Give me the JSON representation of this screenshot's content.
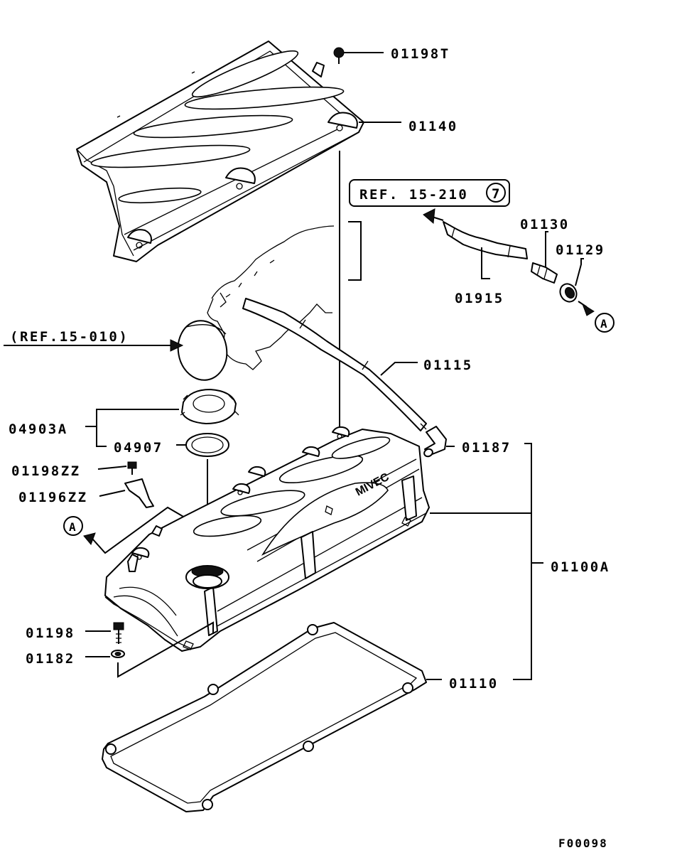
{
  "figure_code": "F00098",
  "references": {
    "ref_box": "REF. 15-210",
    "ref_box_circle": "7",
    "ref_air_intake": "(REF.15-010)",
    "connector_mark": "A"
  },
  "callouts": {
    "p01198T": "01198T",
    "p01140": "01140",
    "p01130": "01130",
    "p01129": "01129",
    "p01915": "01915",
    "p01115": "01115",
    "p04903A": "04903A",
    "p04907": "04907",
    "p01187": "01187",
    "p01198ZZ": "01198ZZ",
    "p01196ZZ": "01196ZZ",
    "p01100A": "01100A",
    "p01198": "01198",
    "p01182": "01182",
    "p01110": "01110"
  },
  "cover_text": "MIVEC"
}
